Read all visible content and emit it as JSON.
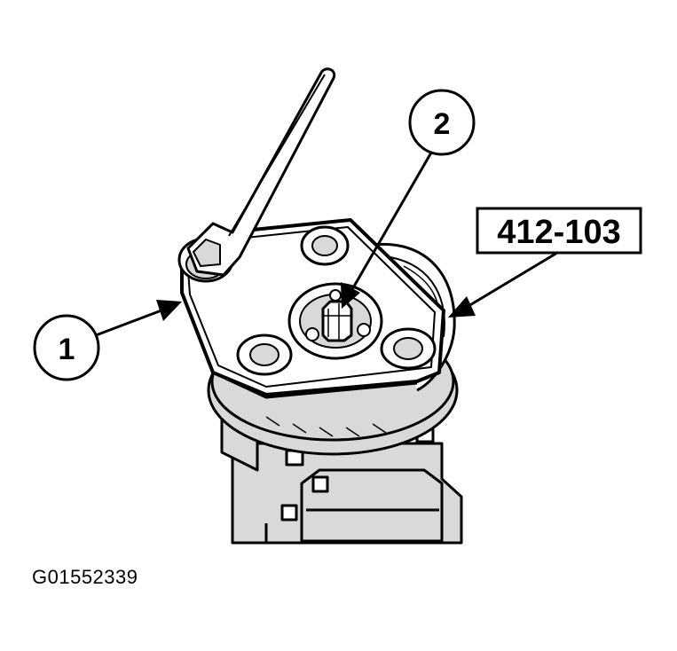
{
  "callouts": {
    "one": "1",
    "two": "2"
  },
  "tool_label": "412-103",
  "figure_id": "G01552339",
  "colors": {
    "line": "#000000",
    "shade": "#d9d9d9",
    "background": "#ffffff"
  }
}
